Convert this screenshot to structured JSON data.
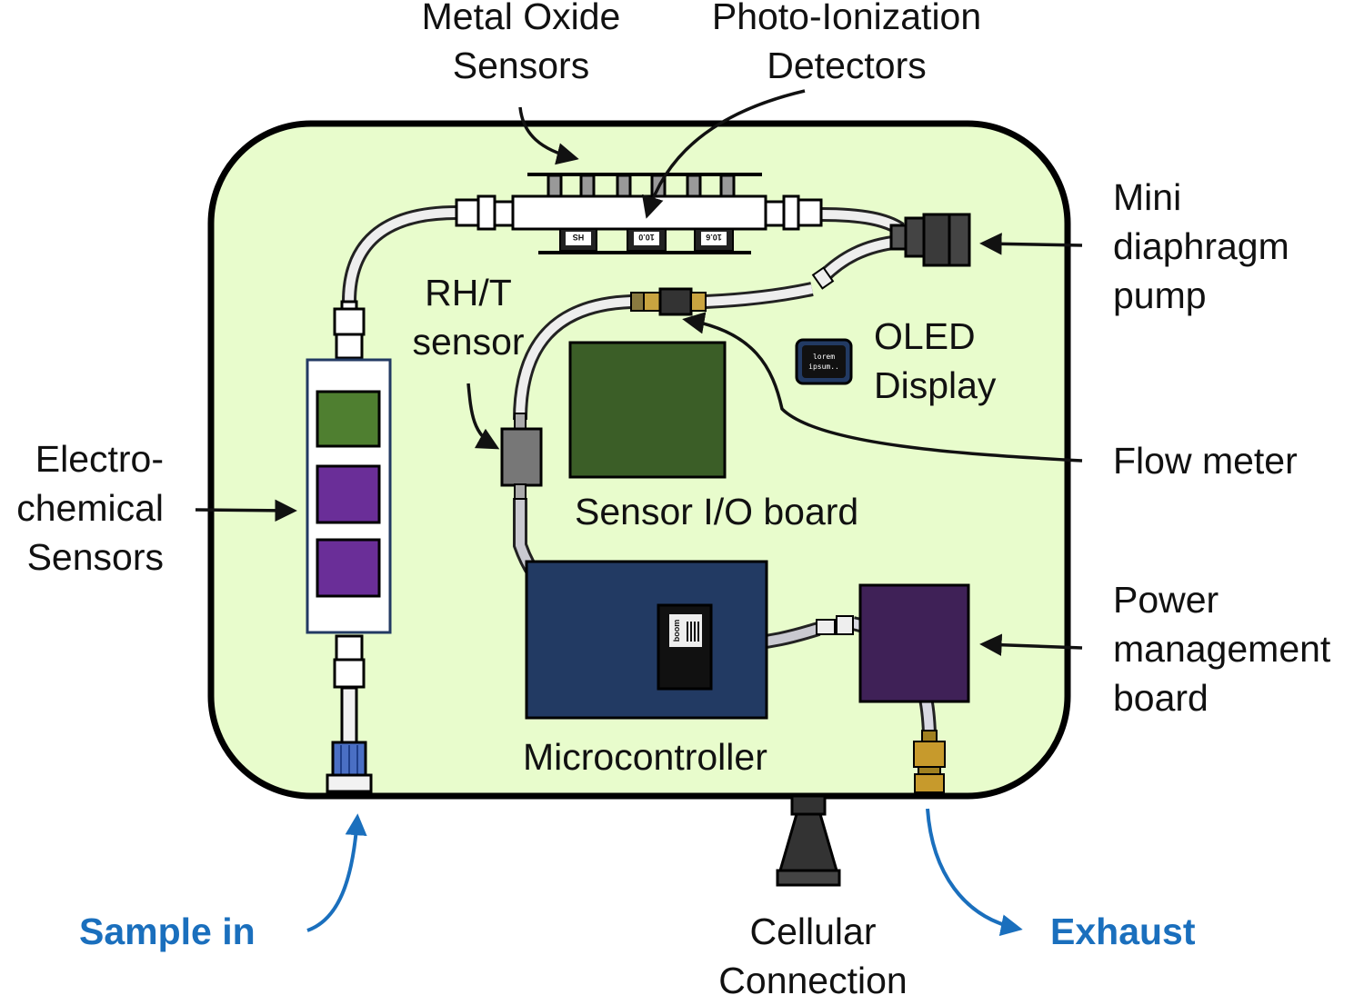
{
  "labels": {
    "metal_oxide": [
      "Metal Oxide",
      "Sensors"
    ],
    "pid": [
      "Photo-Ionization",
      "Detectors"
    ],
    "pump": [
      "Mini",
      "diaphragm",
      "pump"
    ],
    "rht": [
      "RH/T",
      "sensor"
    ],
    "oled": [
      "OLED",
      "Display"
    ],
    "flow_meter": "Flow meter",
    "electrochemical": [
      "Electro-",
      "chemical",
      "Sensors"
    ],
    "sensor_io": "Sensor I/O board",
    "power": [
      "Power",
      "management",
      "board"
    ],
    "microcontroller": "Microcontroller",
    "cellular": [
      "Cellular",
      "Connection"
    ],
    "sample_in": "Sample in",
    "exhaust": "Exhaust"
  },
  "oled_screen": [
    "lorem",
    "ipsum.."
  ],
  "pid_tags": [
    "HS",
    "10.0",
    "10.6"
  ],
  "chip_text": "boom",
  "colors": {
    "enclosure_fill": "#e8fccc",
    "sensor_io_board": "#3b5e27",
    "microcontroller_board": "#223a63",
    "power_board": "#3f2157",
    "ec_green": "#4f7f30",
    "ec_purple": "#6a2e98",
    "flow_arrow_blue": "#1a6fbd"
  }
}
